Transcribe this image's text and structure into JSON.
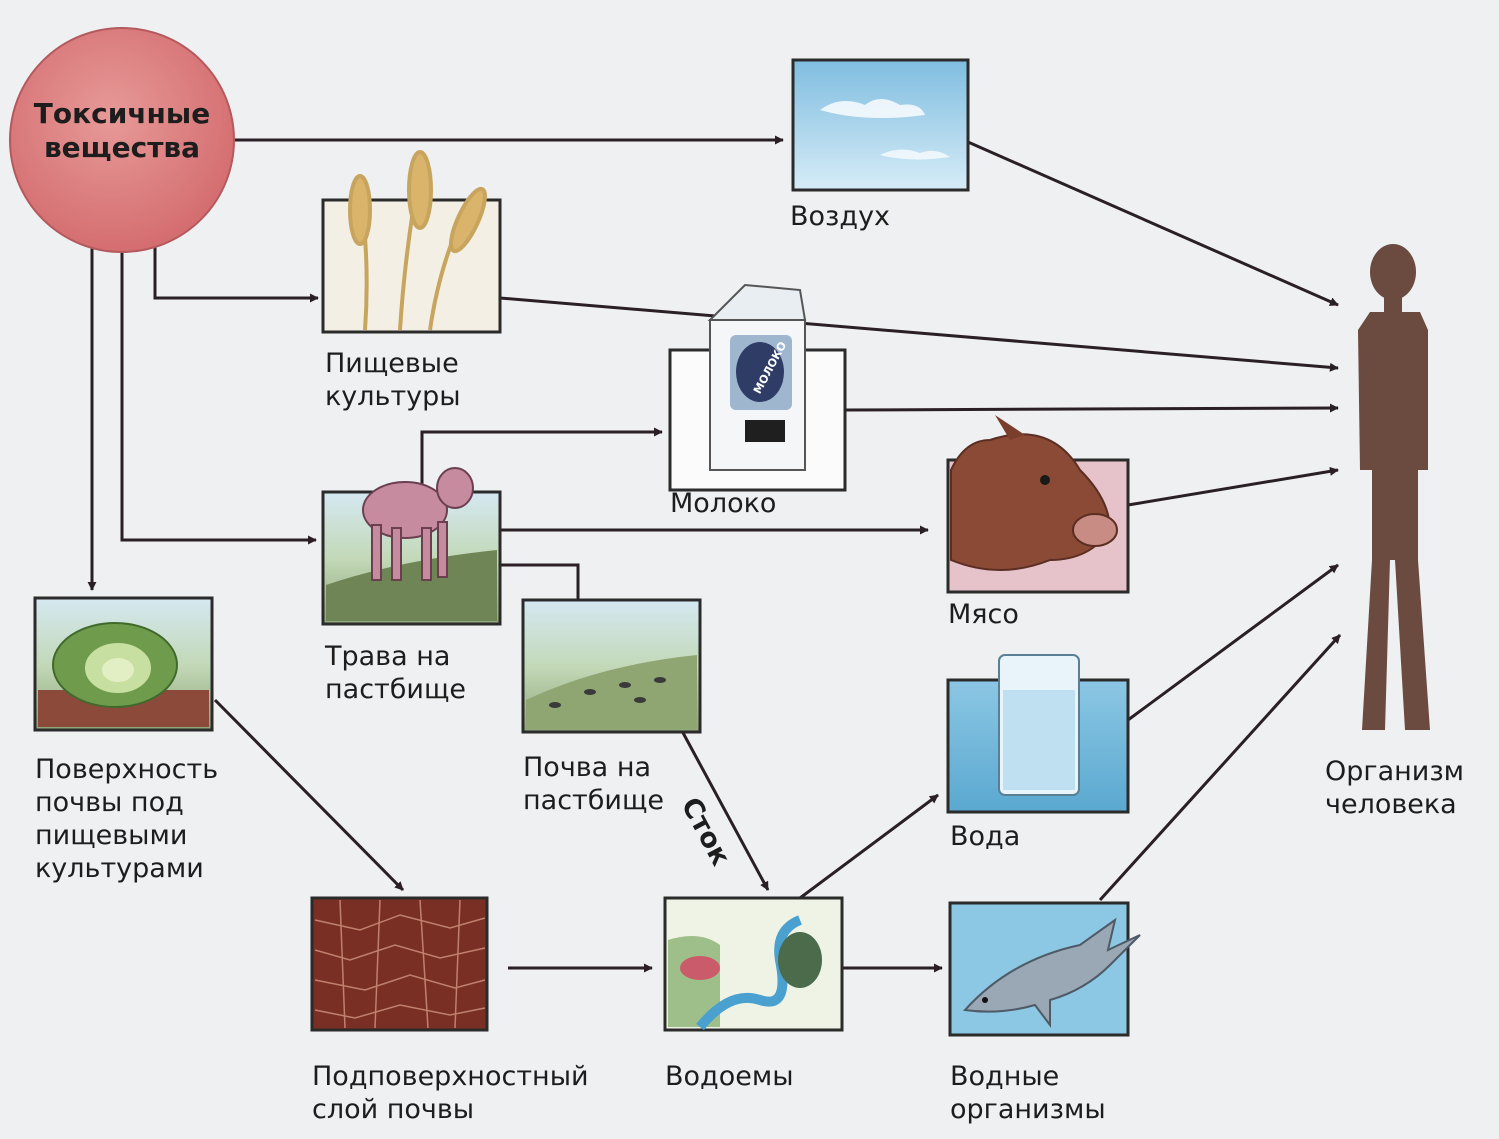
{
  "diagram": {
    "nodes": {
      "toxic": "Токсичные\nвещества",
      "air": "Воздух",
      "crops": "Пищевые\nкультуры",
      "milk": "Молоко",
      "pasture_grass": "Трава на\nпастбище",
      "meat": "Мясо",
      "soil_surface": "Поверхность\nпочвы под\nпищевыми\nкультурами",
      "pasture_soil": "Почва на\nпастбище",
      "water": "Вода",
      "human": "Организм\nчеловека",
      "subsoil": "Подповерхностный\nслой почвы",
      "water_bodies": "Водоемы",
      "aquatic": "Водные\nорганизмы"
    },
    "runoff_label": "Сток",
    "carton_text": "МОЛОКО"
  },
  "colors": {
    "arrow": "#7a3b58",
    "toxic_circle": "#d9797b",
    "sky": "#a9d3ea",
    "meat_bg": "#e6c2cb",
    "water_bg": "#6fb6d8",
    "human_silhouette": "#6b4a40"
  }
}
